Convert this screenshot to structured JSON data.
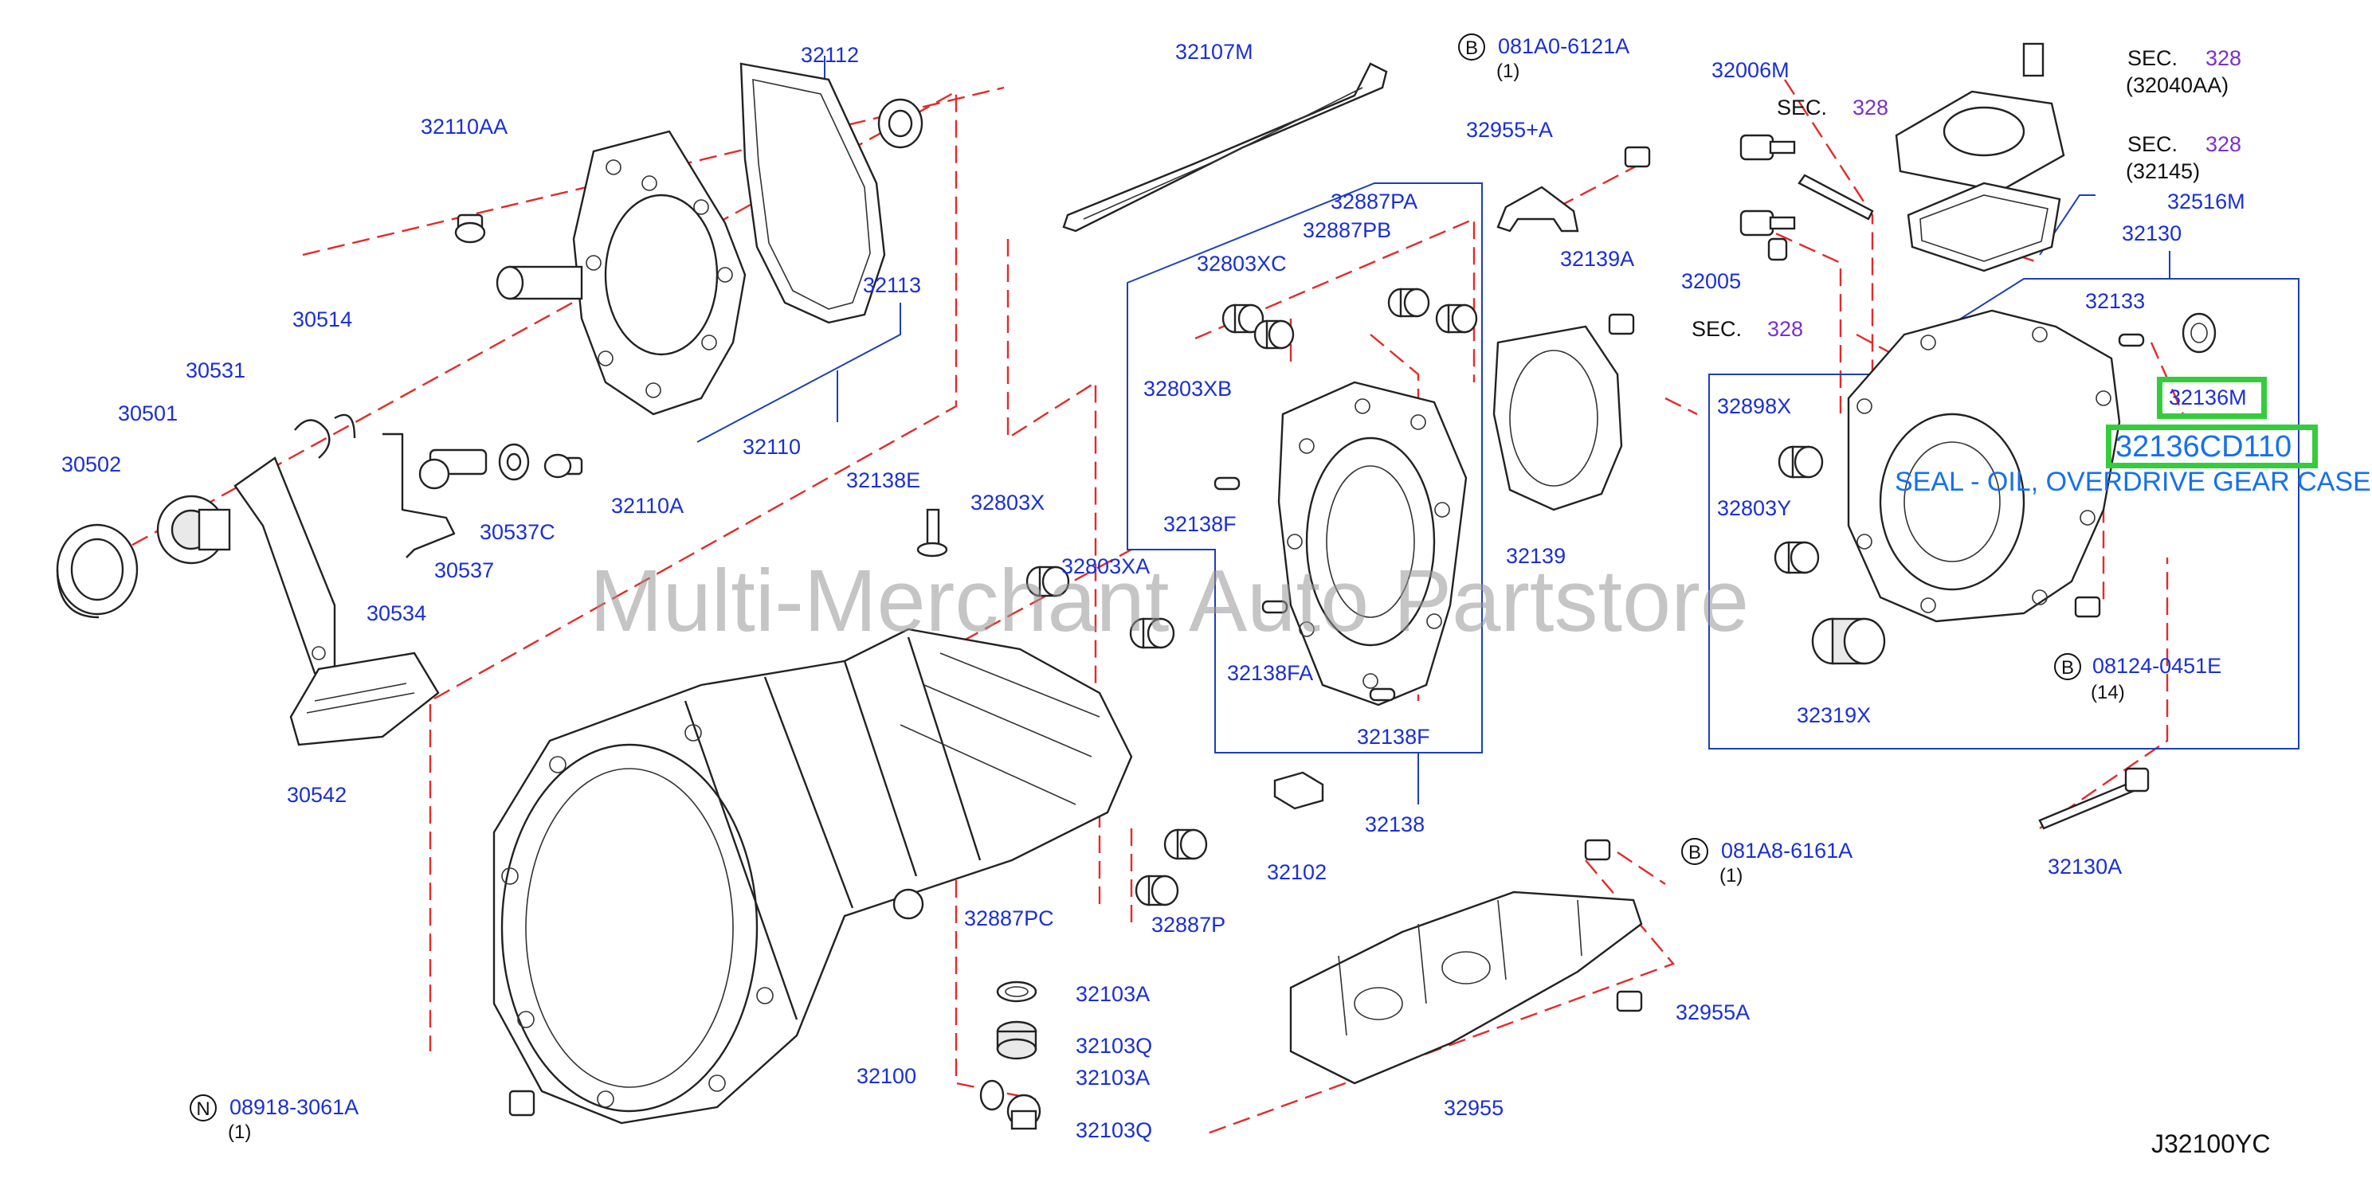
{
  "watermark": "Multi-Merchant Auto Partstore",
  "diagram_code": "J32100YC",
  "highlight": {
    "part_number": "32136CD110",
    "description": "SEAL - OIL, OVERDRIVE GEAR CASE",
    "label": "32136M"
  },
  "labels": {
    "l32112": "32112",
    "l32110AA": "32110AA",
    "l32113": "32113",
    "l32110": "32110",
    "l32110A": "32110A",
    "l30514": "30514",
    "l30531": "30531",
    "l30501": "30501",
    "l30502": "30502",
    "l30537C": "30537C",
    "l30537": "30537",
    "l30534": "30534",
    "l30542": "30542",
    "l32107M": "32107M",
    "l081A0": "081A0-6121A",
    "l081A0q": "(1)",
    "l32955A_plus": "32955+A",
    "l32887PA": "32887PA",
    "l32887PB": "32887PB",
    "l32803XC": "32803XC",
    "l32803XB": "32803XB",
    "l32139A": "32139A",
    "l32138E": "32138E",
    "l32803X": "32803X",
    "l32803XA": "32803XA",
    "l32138F_a": "32138F",
    "l32139": "32139",
    "l32138FA": "32138FA",
    "l32138F_b": "32138F",
    "l32138": "32138",
    "l32102": "32102",
    "l32006M": "32006M",
    "l32005": "32005",
    "l32130": "32130",
    "l32133": "32133",
    "l32516M": "32516M",
    "l32898X": "32898X",
    "l32803Y": "32803Y",
    "l32319X": "32319X",
    "l08124": "08124-0451E",
    "l08124q": "(14)",
    "l32130A": "32130A",
    "l081A8": "081A8-6161A",
    "l081A8q": "(1)",
    "l32955A": "32955A",
    "l32955": "32955",
    "l32887PC": "32887PC",
    "l32887P": "32887P",
    "l32103A_a": "32103A",
    "l32103Q_a": "32103Q",
    "l32103A_b": "32103A",
    "l32103Q_b": "32103Q",
    "l32100": "32100",
    "l08918": "08918-3061A",
    "l08918q": "(1)",
    "sec_label": "SEC.",
    "sec_num": "328",
    "l32040AA": "(32040AA)",
    "l32145": "(32145)",
    "circle_b": "B",
    "circle_n": "N"
  }
}
